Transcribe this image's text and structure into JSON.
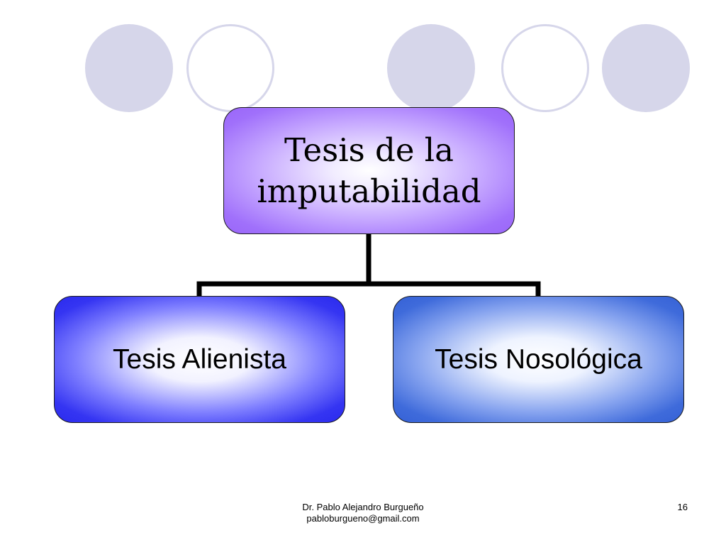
{
  "decoration": {
    "circle_color": "#d6d6ea",
    "circles": [
      "filled",
      "outline",
      "filled",
      "outline",
      "filled"
    ]
  },
  "diagram": {
    "root": {
      "lines": [
        "Tesis de la",
        "imputabilidad"
      ],
      "color": "#a070fb"
    },
    "children": [
      {
        "label": "Tesis Alienista",
        "color": "#2a2aee"
      },
      {
        "label": "Tesis Nosológica",
        "color": "#3561d6"
      }
    ],
    "connector_color": "#000000"
  },
  "footer": {
    "author": "Dr. Pablo Alejandro Burgueño",
    "email": "pabloburgueno@gmail.com",
    "page_number": "16"
  }
}
